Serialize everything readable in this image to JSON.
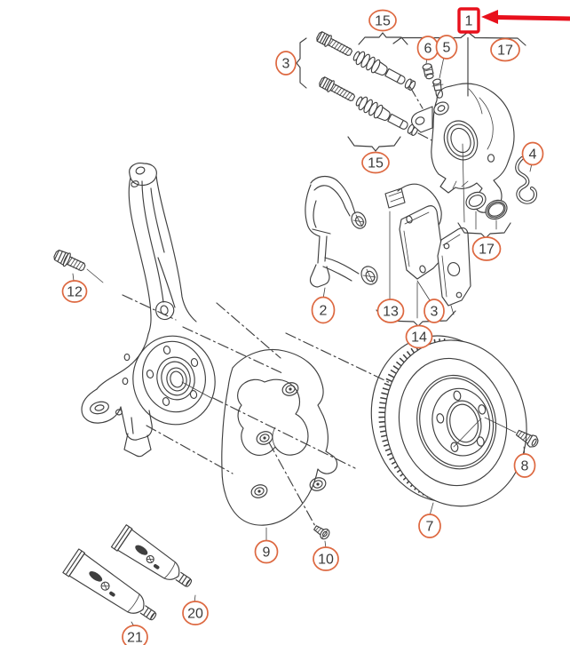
{
  "colors": {
    "callout": "#dd6840",
    "highlight": "#e8101c",
    "line": "#3f3f3f",
    "text": "#3a3a3a",
    "bg": "#ffffff"
  },
  "highlight": {
    "label": "1"
  },
  "callouts": {
    "c15_top": "15",
    "c6": "6",
    "c5": "5",
    "c17_top": "17",
    "c3_left": "3",
    "c15_bottom": "15",
    "c4": "4",
    "c2": "2",
    "c13": "13",
    "c3_mid": "3",
    "c14": "14",
    "c17_mid": "17",
    "c12": "12",
    "c7": "7",
    "c8": "8",
    "c9": "9",
    "c10": "10",
    "c20": "20",
    "c21": "21"
  }
}
